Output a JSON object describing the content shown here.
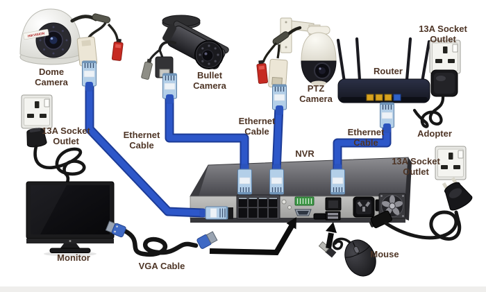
{
  "diagram": {
    "colors": {
      "ethernet_cable_blue": "#2d57c9",
      "label_text": "#4e3526",
      "background": "#ffffff"
    },
    "components": {
      "dome_camera": {
        "label": "Dome\nCamera",
        "brand": "HIKVISION"
      },
      "bullet_camera": {
        "label": "Bullet\nCamera"
      },
      "ptz_camera": {
        "label": "PTZ\nCamera"
      },
      "router": {
        "label": "Router"
      },
      "nvr": {
        "label": "NVR"
      },
      "monitor": {
        "label": "Monitor"
      },
      "mouse": {
        "label": "Mouse"
      },
      "power_adapter": {
        "label": "Adopter"
      },
      "vga_cable": {
        "label": "VGA Cable"
      },
      "socket_left": {
        "label": "13A Socket\nOutlet"
      },
      "socket_top_right": {
        "label": "13A Socket\nOutlet"
      },
      "socket_bottom_right": {
        "label": "13A Socket\nOutlet"
      },
      "ethernet_cable_left": {
        "label": "Ethernet\nCable"
      },
      "ethernet_cable_middle": {
        "label": "Ethernet\nCable"
      },
      "ethernet_cable_right": {
        "label": "Ethernet\nCable"
      }
    }
  }
}
